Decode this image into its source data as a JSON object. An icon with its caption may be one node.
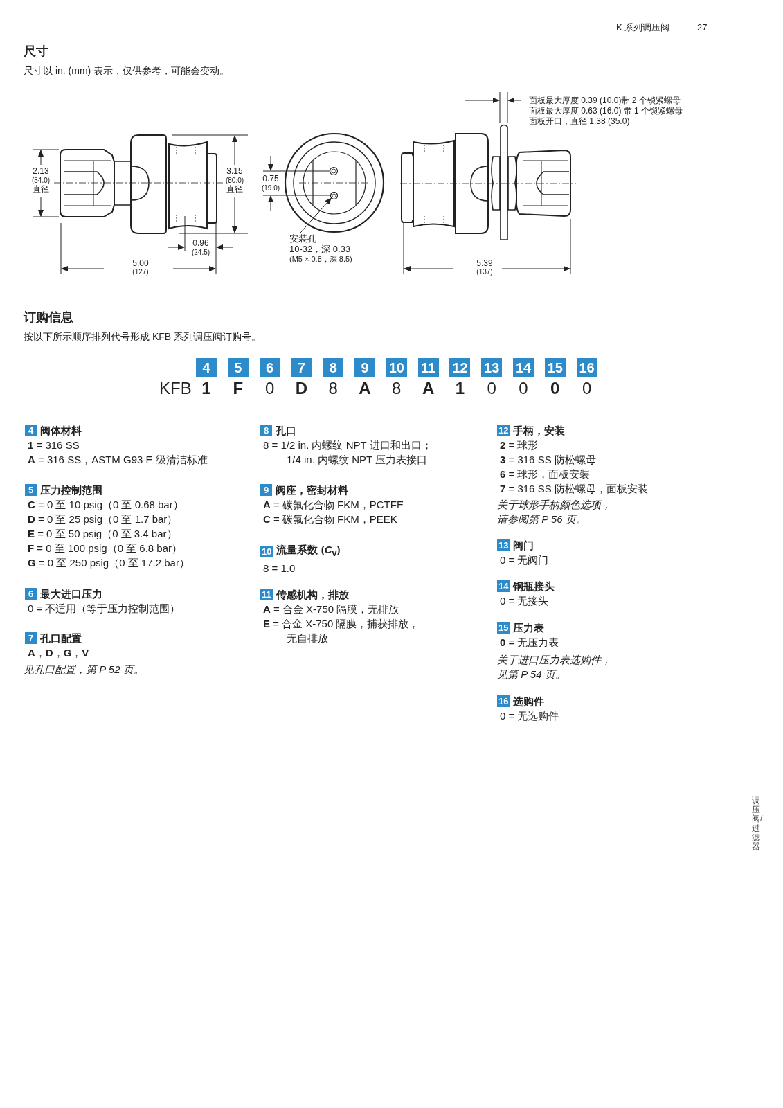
{
  "diagram": {
    "nodes": [
      {
        "text": [
          "安装孔",
          "10-32，深 0.33",
          "(M5 × 0.8，深 8.5)"
        ]
      },
      {
        "text": [],
        "shape": "circle"
      },
      {
        "text": [
          "4"
        ]
      },
      {
        "text": [
          "5"
        ]
      },
      {
        "text": [
          "6"
        ]
      },
      {
        "text": [
          "7"
        ]
      },
      {
        "text": [
          "8"
        ]
      },
      {
        "text": [
          "9"
        ]
      },
      {
        "text": [
          "10"
        ]
      },
      {
        "text": [
          "11"
        ]
      },
      {
        "text": [
          "12"
        ]
      },
      {
        "text": [
          "13"
        ]
      },
      {
        "text": [
          "14"
        ]
      },
      {
        "text": [
          "15"
        ]
      },
      {
        "text": [
          "16"
        ]
      },
      {
        "text": [
          "4",
          "阀体材料"
        ],
        "beside": [
          "**1** = 316 SS",
          "**A** = 316 SS，ASTM G93 E 级清洁标准"
        ]
      },
      {
        "text": [
          "5",
          "压力控制范围"
        ],
        "beside": [
          "**C** = 0 至 10 psig（0 至 0.68 bar）",
          "**D** = 0 至 25 psig（0 至 1.7 bar）",
          "**E** = 0 至 50 psig（0 至 3.4 bar）",
          "**F** = 0 至 100 psig（0 至 6.8 bar）",
          "**G** = 0 至 250 psig（0 至 17.2 bar）"
        ]
      },
      {
        "text": [
          "6",
          "最大进口压力"
        ],
        "beside": [
          "0 = 不适用（等于压力控制范围）"
        ]
      },
      {
        "text": [
          "7",
          "孔口配置"
        ],
        "beside": [
          "**A**，**D**，**G**，**V**"
        ]
      },
      {
        "text": [
          "8",
          "孔口"
        ],
        "beside": [
          "8 = 1/2 in. 内螺纹 NPT 进口和出口；",
          "1/4 in. 内螺纹 NPT 压力表接口"
        ]
      },
      {
        "text": [
          "9",
          "阀座，密封材料"
        ],
        "beside": [
          "**A** = 碳氟化合物 FKM，PCTFE",
          "**C** = 碳氟化合物 FKM，PEEK"
        ]
      },
      {
        "text": [
          "10",
          "流量系数 (*C*$_{v}$)"
        ],
        "beside": [
          "8 = 1.0"
        ]
      },
      {
        "text": [
          "11",
          "传感机构，排放"
        ],
        "beside": [
          "**A** = 合金 X-750 隔膜，无排放",
          "**E** = 合金 X-750 隔膜，捕获排放，",
          "无自排放"
        ]
      },
      {
        "text": [
          "12",
          "手柄，安装"
        ],
        "beside": [
          "**2** = 球形",
          "**3** = 316 SS 防松螺母",
          "**6** = 球形，面板安装",
          "**7** = 316 SS 防松螺母，面板安装"
        ]
      },
      {
        "text": [
          "13",
          "阀门"
        ],
        "beside": [
          "0 = 无阀门"
        ]
      },
      {
        "text": [
          "14",
          "钢瓶接头"
        ],
        "beside": [
          "0 = 无接头"
        ]
      },
      {
        "text": [
          "15",
          "压力表"
        ],
        "beside": [
          "**0** = 无压力表"
        ]
      },
      {
        "text": [
          "16",
          "选购件"
        ],
        "beside": [
          "0 = 无选购件"
        ]
      }
    ],
    "edges": [
      {
        "from": 0,
        "to": 1,
        "arrow": "to"
      }
    ],
    "labels": [
      "K 系列调压阀",
      "27",
      "尺寸",
      "尺寸以 in. (mm) 表示，仅供参考，可能会变动。",
      "2.13",
      "(54.0)",
      "直径",
      "3.15",
      "(80.0)",
      "直径",
      "0.75",
      "(19.0)",
      "0.96",
      "(24.5)",
      "5.00",
      "(127)",
      "面板最大厚度 0.39 (10.0)带 2 个锁紧螺母",
      "面板最大厚度 0.63 (16.0) 带 1 个锁紧螺母",
      "面板开口，直径 1.38 (35.0)",
      "5.39",
      "(137)",
      "订购信息",
      "按以下所示顺序排列代号形成 KFB 系列调压阀订购号。",
      "KFB",
      "1",
      "F",
      "0",
      "D",
      "8",
      "A",
      "8",
      "A",
      "1",
      "0",
      "0",
      "0",
      "0",
      "见孔口配置，第 P 52 页。",
      "关于球形手柄颜色选项，请参阅第 P 56 页。",
      "关于进口压力表选购件，见第 P 54 页。",
      "调压阀/过滤器"
    ]
  }
}
